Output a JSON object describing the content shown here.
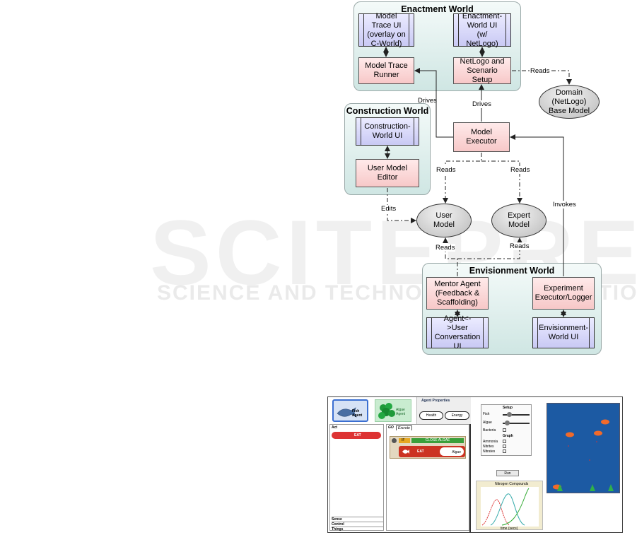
{
  "diagram": {
    "enactment_world": {
      "title": "Enactment World",
      "model_trace_ui": "Model Trace UI (overlay on C-World)",
      "enactment_world_ui": "Enactment-World UI (w/ NetLogo)",
      "model_trace_runner": "Model Trace Runner",
      "netlogo_setup": "NetLogo and Scenario Setup"
    },
    "domain_model": "Domain (NetLogo) Base Model",
    "construction_world": {
      "title": "Construction World",
      "construction_world_ui": "Construction-World UI",
      "user_model_editor": "User Model Editor"
    },
    "model_executor": "Model Executor",
    "user_model": "User Model",
    "expert_model": "Expert Model",
    "envisionment_world": {
      "title": "Envisionment World",
      "mentor_agent": "Mentor Agent (Feedback & Scaffolding)",
      "experiment_executor": "Experiment Executor/Logger",
      "conversation_ui": "Agent<->User Conversation UI",
      "envisionment_world_ui": "Envisionment-World UI"
    },
    "edge_labels": {
      "reads_domain": "Reads",
      "drives_left": "Drives",
      "drives_right": "Drives",
      "reads_user": "Reads",
      "reads_expert": "Reads",
      "edits": "Edits",
      "invokes": "Invokes",
      "reads_mentor_user": "Reads",
      "reads_mentor_expert": "Reads"
    }
  },
  "watermark": {
    "big": "SCITEPRESS",
    "small": "SCIENCE AND TECHNOLOGY PUBLICATIONS"
  },
  "screenshot": {
    "agent_fish": "Fish Agent",
    "agent_algae": "Algae Agent",
    "agent_properties": "Agent Properties",
    "prop_health": "Health",
    "prop_energy": "Energy",
    "palette_act": "Act",
    "act_eat": "EAT",
    "palette_sense": "Sense",
    "palette_control": "Control",
    "palette_things": "Things",
    "tab_go": "GO",
    "tab_excrete": "Excrete",
    "if_label": "IF",
    "close_algae": "CLOSE ALGAE",
    "eat_label": "EAT",
    "algae_label": "Algae",
    "setup_title": "Setup",
    "slider_fish": "Fish",
    "slider_algae": "Algae",
    "bacteria": "Bacteria",
    "graph_title": "Graph",
    "ammonia": "Ammonia",
    "nitrites": "Nitrites",
    "nitrates": "Nitrates",
    "run_button": "Run",
    "chart_title": "Nitrogen Compounds",
    "chart_xlabel": "time (secs)"
  }
}
